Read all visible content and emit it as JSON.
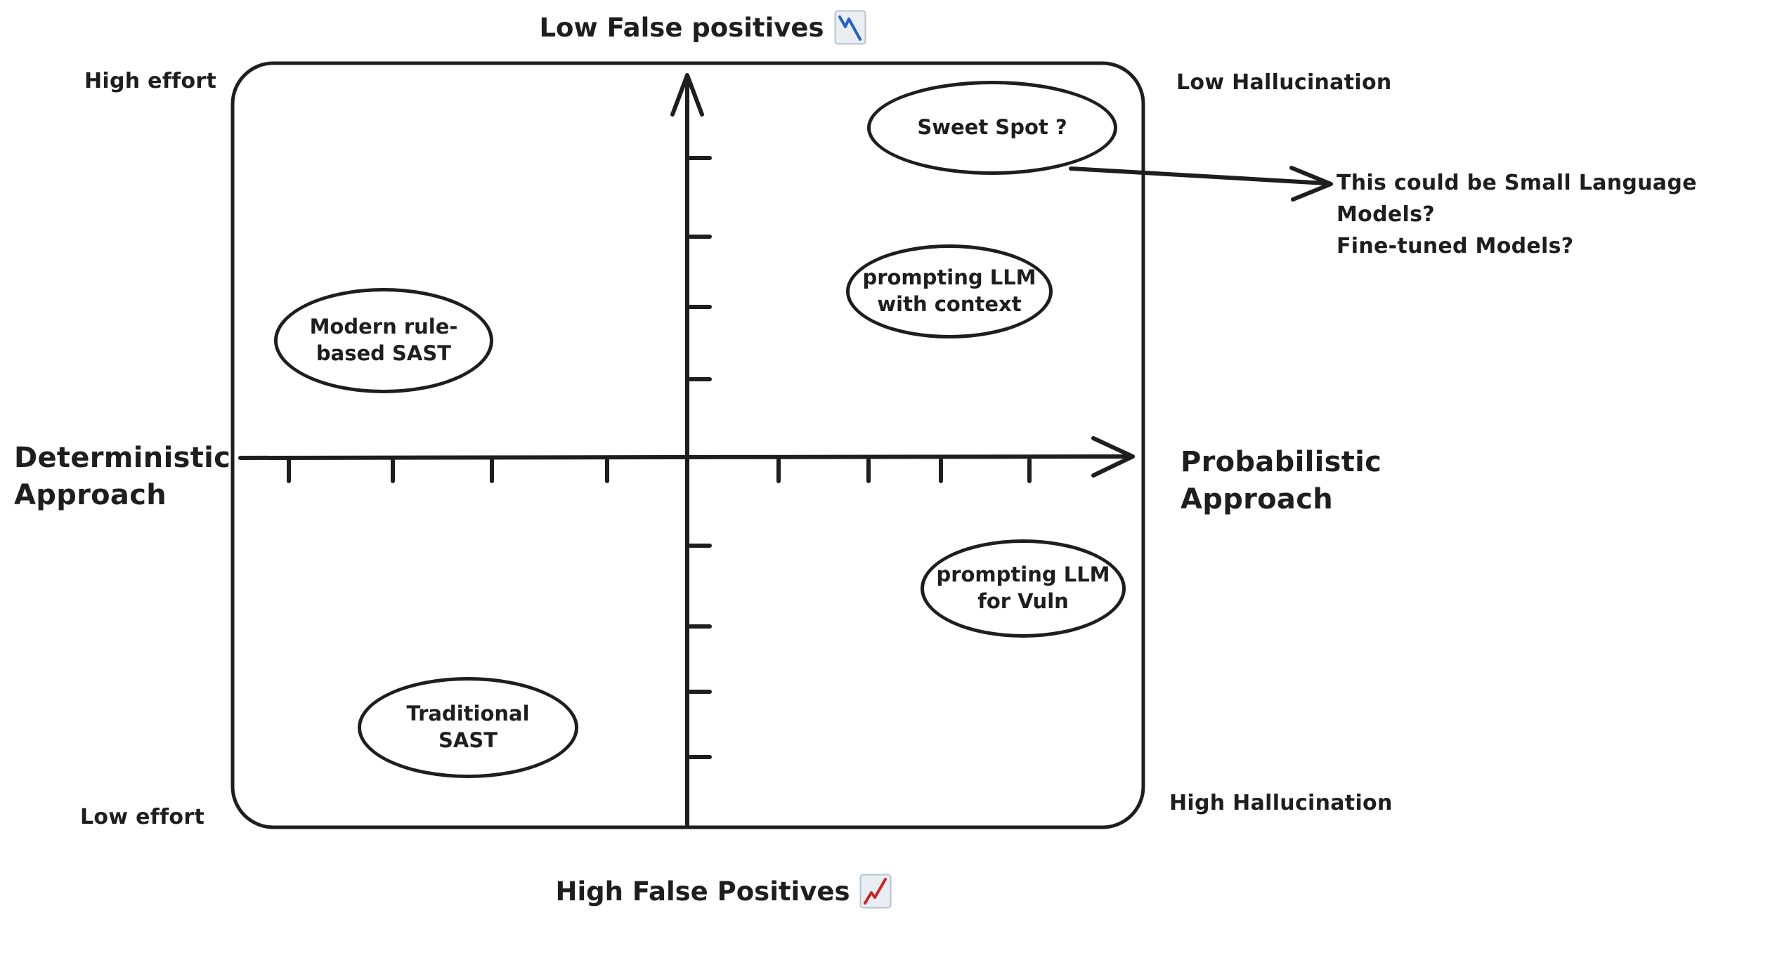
{
  "diagram": {
    "type": "quadrant",
    "top_axis_label": "Low False positives",
    "top_axis_icon": "chart-decreasing-icon",
    "bottom_axis_label": "High False Positives",
    "bottom_axis_icon": "chart-increasing-icon",
    "left_axis_label": "Deterministic\nApproach",
    "right_axis_label": "Probabilistic\nApproach",
    "corners": {
      "top_left": "High effort",
      "top_right": "Low Hallucination",
      "bottom_left": "Low effort",
      "bottom_right": "High Hallucination"
    },
    "nodes": [
      {
        "id": "sweet-spot",
        "label": "Sweet Spot ?",
        "quadrant": "top-right"
      },
      {
        "id": "prompting-llm-with-context",
        "label": "prompting LLM\nwith context",
        "quadrant": "top-right"
      },
      {
        "id": "modern-rule-based-sast",
        "label": "Modern rule-\nbased SAST",
        "quadrant": "top-left"
      },
      {
        "id": "prompting-llm-for-vuln",
        "label": "prompting LLM\nfor Vuln",
        "quadrant": "bottom-right"
      },
      {
        "id": "traditional-sast",
        "label": "Traditional\nSAST",
        "quadrant": "bottom-left"
      }
    ],
    "annotation": {
      "text": "This could be Small Language Models?\nFine-tuned Models?",
      "points_from": "sweet-spot"
    },
    "colors": {
      "stroke": "#1e1e1e",
      "background": "#ffffff",
      "decreasing_line": "#2660c4",
      "increasing_line": "#c62828",
      "icon_background": "#e9eef3",
      "icon_border": "#b9c3cc"
    }
  }
}
